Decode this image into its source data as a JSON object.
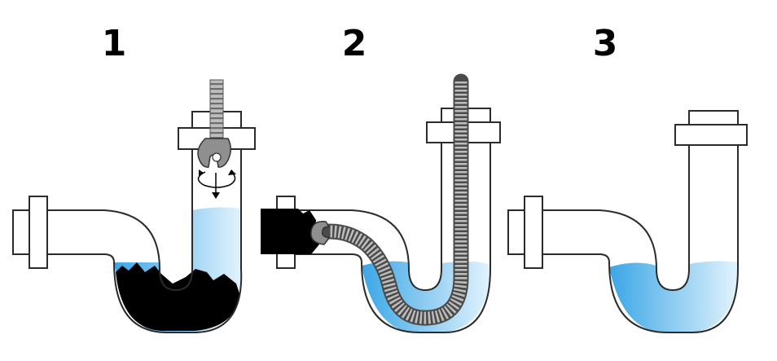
{
  "steps": [
    {
      "label": "1",
      "state": "clogged",
      "tool": "auger-head"
    },
    {
      "label": "2",
      "state": "cable-through-trap",
      "tool": "auger-cable"
    },
    {
      "label": "3",
      "state": "clear"
    }
  ],
  "colors": {
    "water_dark": "#3aa6e6",
    "water_light": "#dff1fc",
    "clog": "#000000",
    "pipe_outline": "#2b2b2b",
    "cable": "#9a9a9a"
  }
}
